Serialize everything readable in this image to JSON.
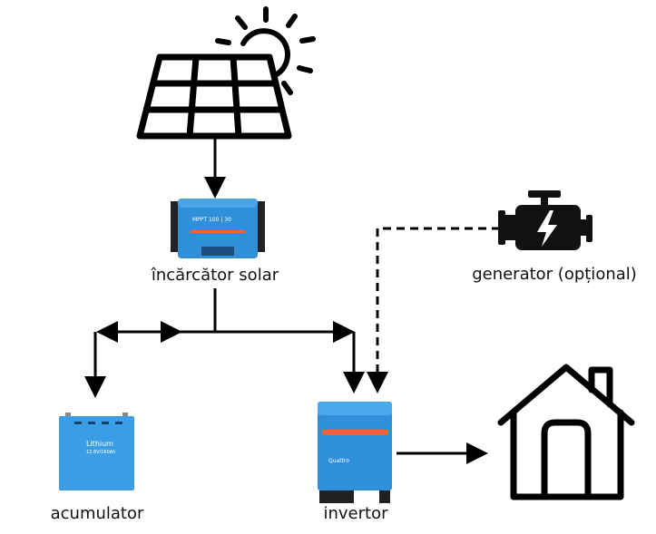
{
  "labels": {
    "charger": "încărcător solar",
    "generator": "generator (opțional)",
    "battery": "acumulator",
    "inverter": "invertor"
  },
  "device_lettering": {
    "charger": "MPPT 100 | 30",
    "battery": "Lithium 12.8V/160Ah",
    "inverter": "Quattro"
  },
  "colors": {
    "device_blue": "#2f8fd8",
    "device_stripe": "#e8672a",
    "line": "#000000"
  },
  "connections": [
    {
      "from": "solar panel",
      "to": "încărcător solar",
      "style": "solid"
    },
    {
      "from": "încărcător solar",
      "to": "acumulator",
      "style": "solid"
    },
    {
      "from": "încărcător solar",
      "to": "invertor",
      "style": "solid"
    },
    {
      "from": "generator (opțional)",
      "to": "invertor",
      "style": "dashed"
    },
    {
      "from": "invertor",
      "to": "house",
      "style": "solid"
    }
  ]
}
